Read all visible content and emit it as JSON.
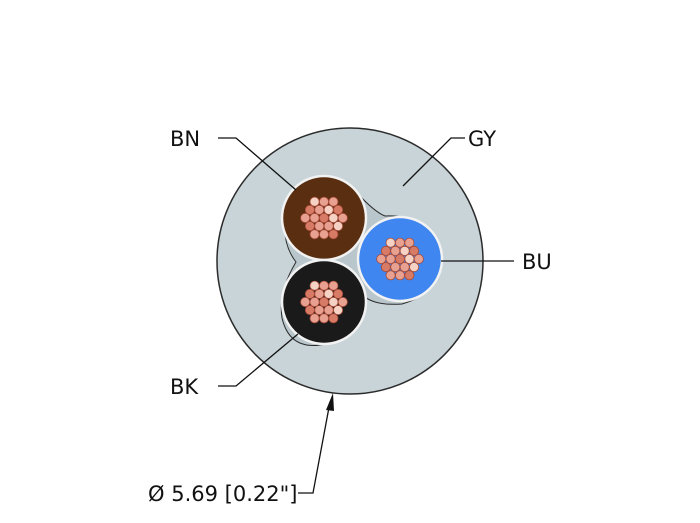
{
  "labels": {
    "bn": "BN",
    "gy": "GY",
    "bu": "BU",
    "bk": "BK",
    "diameter": "Ø 5.69 [0.22\"]"
  },
  "colors": {
    "jacket": "#c8d4d8",
    "jacket_stroke": "#2b2b2b",
    "core_brown": "#5a2e10",
    "core_blue": "#3f86f0",
    "core_black": "#1a1a1a",
    "strand_fill": "#e8a090",
    "strand_stroke": "#a54a38",
    "strand_highlight": "#f6d2c4"
  },
  "cores": [
    {
      "name": "BN",
      "color_key": "core_brown"
    },
    {
      "name": "BU",
      "color_key": "core_blue"
    },
    {
      "name": "BK",
      "color_key": "core_black"
    }
  ]
}
